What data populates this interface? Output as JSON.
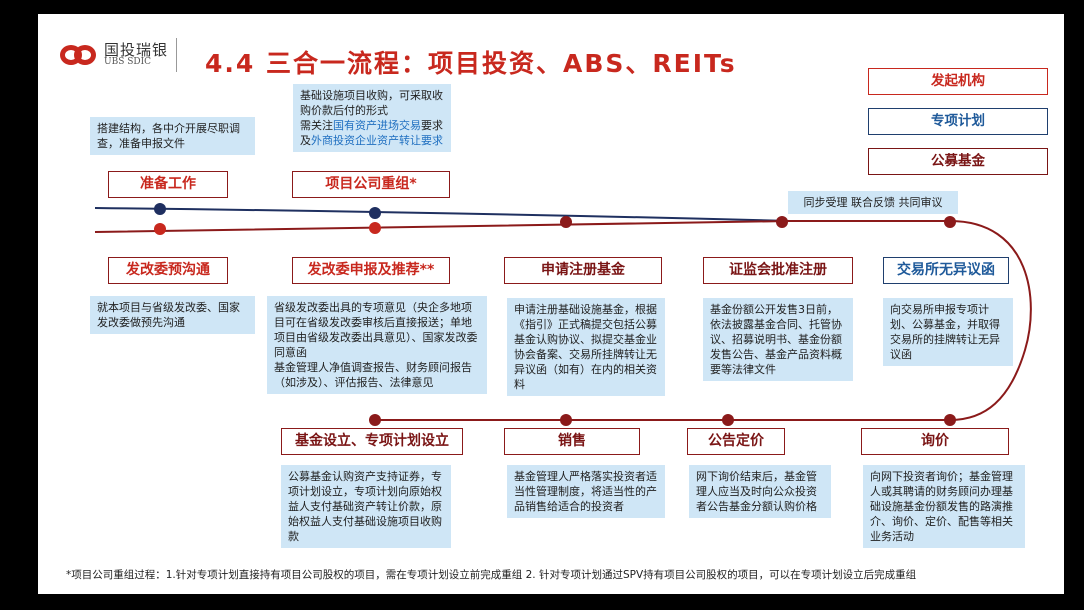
{
  "logo": {
    "cn": "国投瑞银",
    "en": "UBS SDIC"
  },
  "title": "4.4 三合一流程：项目投资、ABS、REITs",
  "legend": [
    {
      "label": "发起机构",
      "color": "#c8281e"
    },
    {
      "label": "专项计划",
      "color": "#1f5a9a"
    },
    {
      "label": "公募基金",
      "color": "#7a1515"
    }
  ],
  "top_steps": [
    {
      "label": "准备工作",
      "note": "搭建结构，各中介开展尽职调查，准备申报文件"
    },
    {
      "label": "项目公司重组*",
      "note_parts": [
        "基础设施项目收购，可采取收购价款后付的形式",
        "需关注",
        "国有资产进场交易",
        "要求及",
        "外商投资企业资产转让要求"
      ]
    }
  ],
  "sync_note": "同步受理 联合反馈 共同审议",
  "mid_steps": [
    {
      "label": "发改委预沟通",
      "note": "就本项目与省级发改委、国家发改委做预先沟通"
    },
    {
      "label": "发改委申报及推荐**",
      "note": "省级发改委出具的专项意见（央企多地项目可在省级发改委审核后直接报送；单地项目由省级发改委出具意见）、国家发改委同意函\n基金管理人净值调查报告、财务顾问报告（如涉及）、评估报告、法律意见"
    },
    {
      "label": "申请注册基金",
      "note": "申请注册基础设施基金，根据《指引》正式稿提交包括公募基金认购协议、拟提交基金业协会备案、交易所挂牌转让无异议函（如有）在内的相关资料"
    },
    {
      "label": "证监会批准注册",
      "note": "基金份额公开发售3日前，依法披露基金合同、托管协议、招募说明书、基金份额发售公告、基金产品资料概要等法律文件"
    },
    {
      "label": "交易所无异议函",
      "note": "向交易所申报专项计划、公募基金，并取得交易所的挂牌转让无异议函"
    }
  ],
  "bottom_steps": [
    {
      "label": "基金设立、专项计划设立",
      "note": "公募基金认购资产支持证券，专项计划设立，专项计划向原始权益人支付基础资产转让价款，原始权益人支付基础设施项目收购款"
    },
    {
      "label": "销售",
      "note": "基金管理人严格落实投资者适当性管理制度，将适当性的产品销售给适合的投资者"
    },
    {
      "label": "公告定价",
      "note": "网下询价结束后，基金管理人应当及时向公众投资者公告基金分额认购价格"
    },
    {
      "label": "询价",
      "note": "向网下投资者询价；基金管理人或其聘请的财务顾问办理基础设施基金份额发售的路演推介、询价、定价、配售等相关业务活动"
    }
  ],
  "footer": "*项目公司重组过程：1.针对专项计划直接持有项目公司股权的项目，需在专项计划设立前完成重组 2. 针对专项计划通过SPV持有项目公司股权的项目，可以在专项计划设立后完成重组"
}
